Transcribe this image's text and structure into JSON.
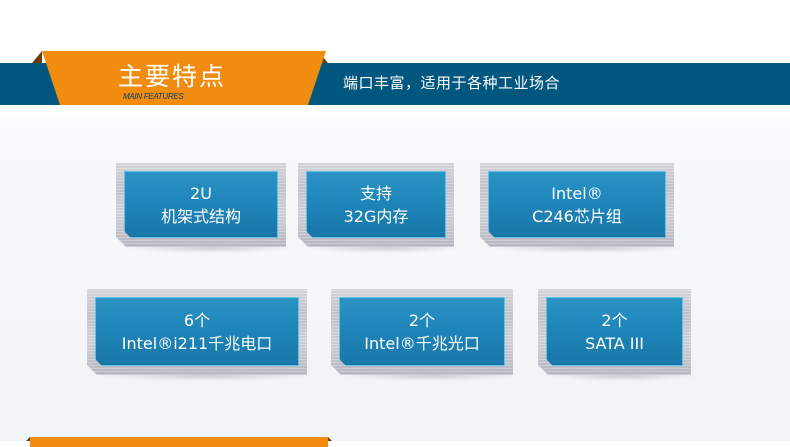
{
  "header": {
    "title": "主要特点",
    "subtitle": "MAIN FEATURES",
    "tagline": "端口丰富，适用于各种工业场合",
    "colors": {
      "orange": "#f18c10",
      "blue_band": "#02577f",
      "card_blue": "#1e86ba"
    }
  },
  "features": [
    {
      "line1": "2U",
      "line2": "机架式结构"
    },
    {
      "line1": "支持",
      "line2": "32G内存"
    },
    {
      "line1": "Intel®",
      "line2": "C246芯片组"
    },
    {
      "line1": "6个",
      "line2": "Intel®i211千兆电口"
    },
    {
      "line1": "2个",
      "line2": "Intel®千兆光口"
    },
    {
      "line1": "2个",
      "line2": "SATA III"
    }
  ]
}
